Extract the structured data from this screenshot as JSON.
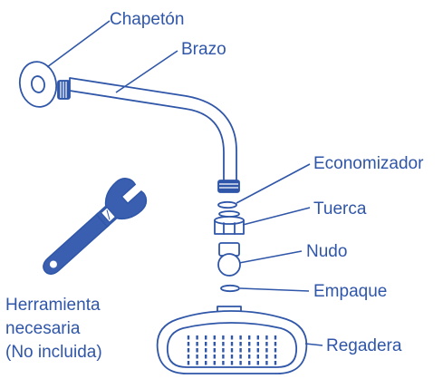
{
  "colors": {
    "ink": "#2f56a8",
    "fill": "#ffffff",
    "tool_fill": "#3a5fb0",
    "background": "#ffffff"
  },
  "labels": {
    "chapeton": "Chapetón",
    "brazo": "Brazo",
    "economizador": "Economizador",
    "tuerca": "Tuerca",
    "nudo": "Nudo",
    "empaque": "Empaque",
    "regadera": "Regadera"
  },
  "tool_note": {
    "line1": "Herramienta",
    "line2": "necesaria",
    "line3": "(No incluida)"
  },
  "icons": {
    "tool": "adjustable-wrench-icon"
  }
}
